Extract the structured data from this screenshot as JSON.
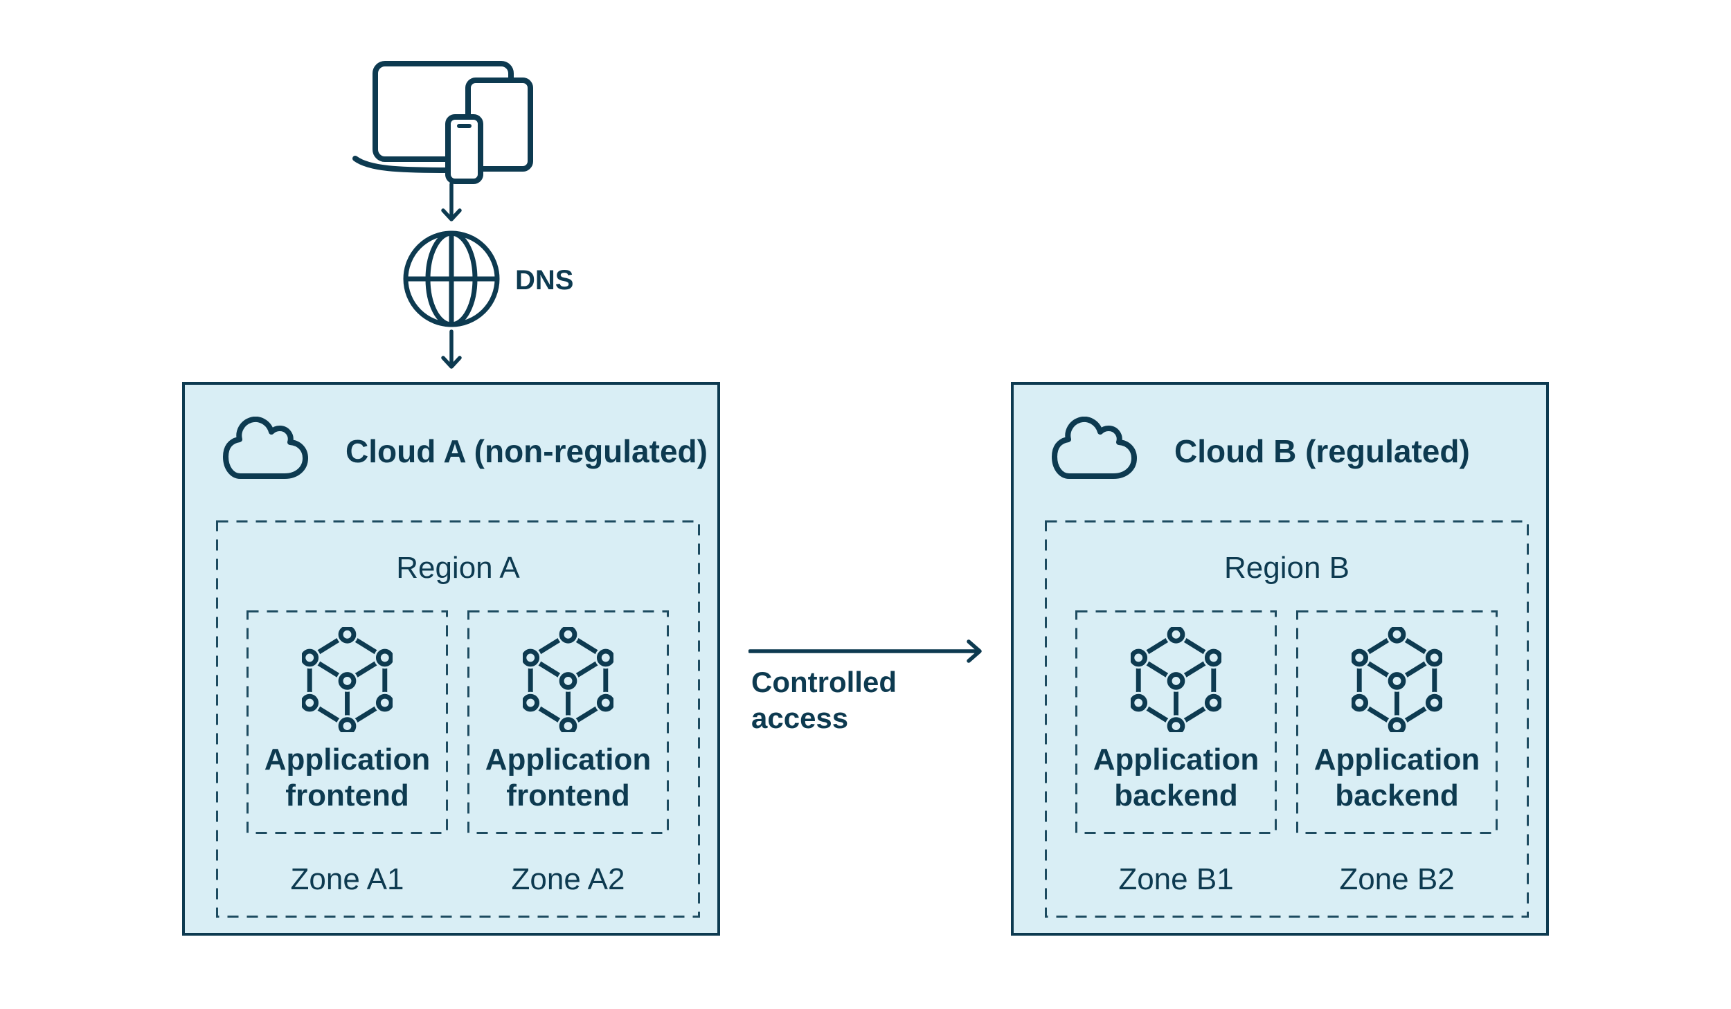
{
  "colors": {
    "navy": "#0d3a50",
    "dash": "#1d4b60",
    "panel_fill": "#d9eef5",
    "background": "#ffffff"
  },
  "icons": {
    "devices": "devices-icon",
    "dns_globe": "globe-icon",
    "cloud": "cloud-icon",
    "application": "cube-nodes-icon",
    "arrow_down": "arrow-down-icon",
    "arrow_right": "arrow-right-icon"
  },
  "dns": {
    "label": "DNS"
  },
  "flow": {
    "controlled_access_label": "Controlled access"
  },
  "clouds": [
    {
      "title": "Cloud A (non-regulated)",
      "region": {
        "label": "Region A",
        "zones": [
          {
            "app_label": "Application frontend",
            "zone_label": "Zone A1"
          },
          {
            "app_label": "Application frontend",
            "zone_label": "Zone A2"
          }
        ]
      }
    },
    {
      "title": "Cloud B (regulated)",
      "region": {
        "label": "Region B",
        "zones": [
          {
            "app_label": "Application backend",
            "zone_label": "Zone B1"
          },
          {
            "app_label": "Application backend",
            "zone_label": "Zone B2"
          }
        ]
      }
    }
  ]
}
